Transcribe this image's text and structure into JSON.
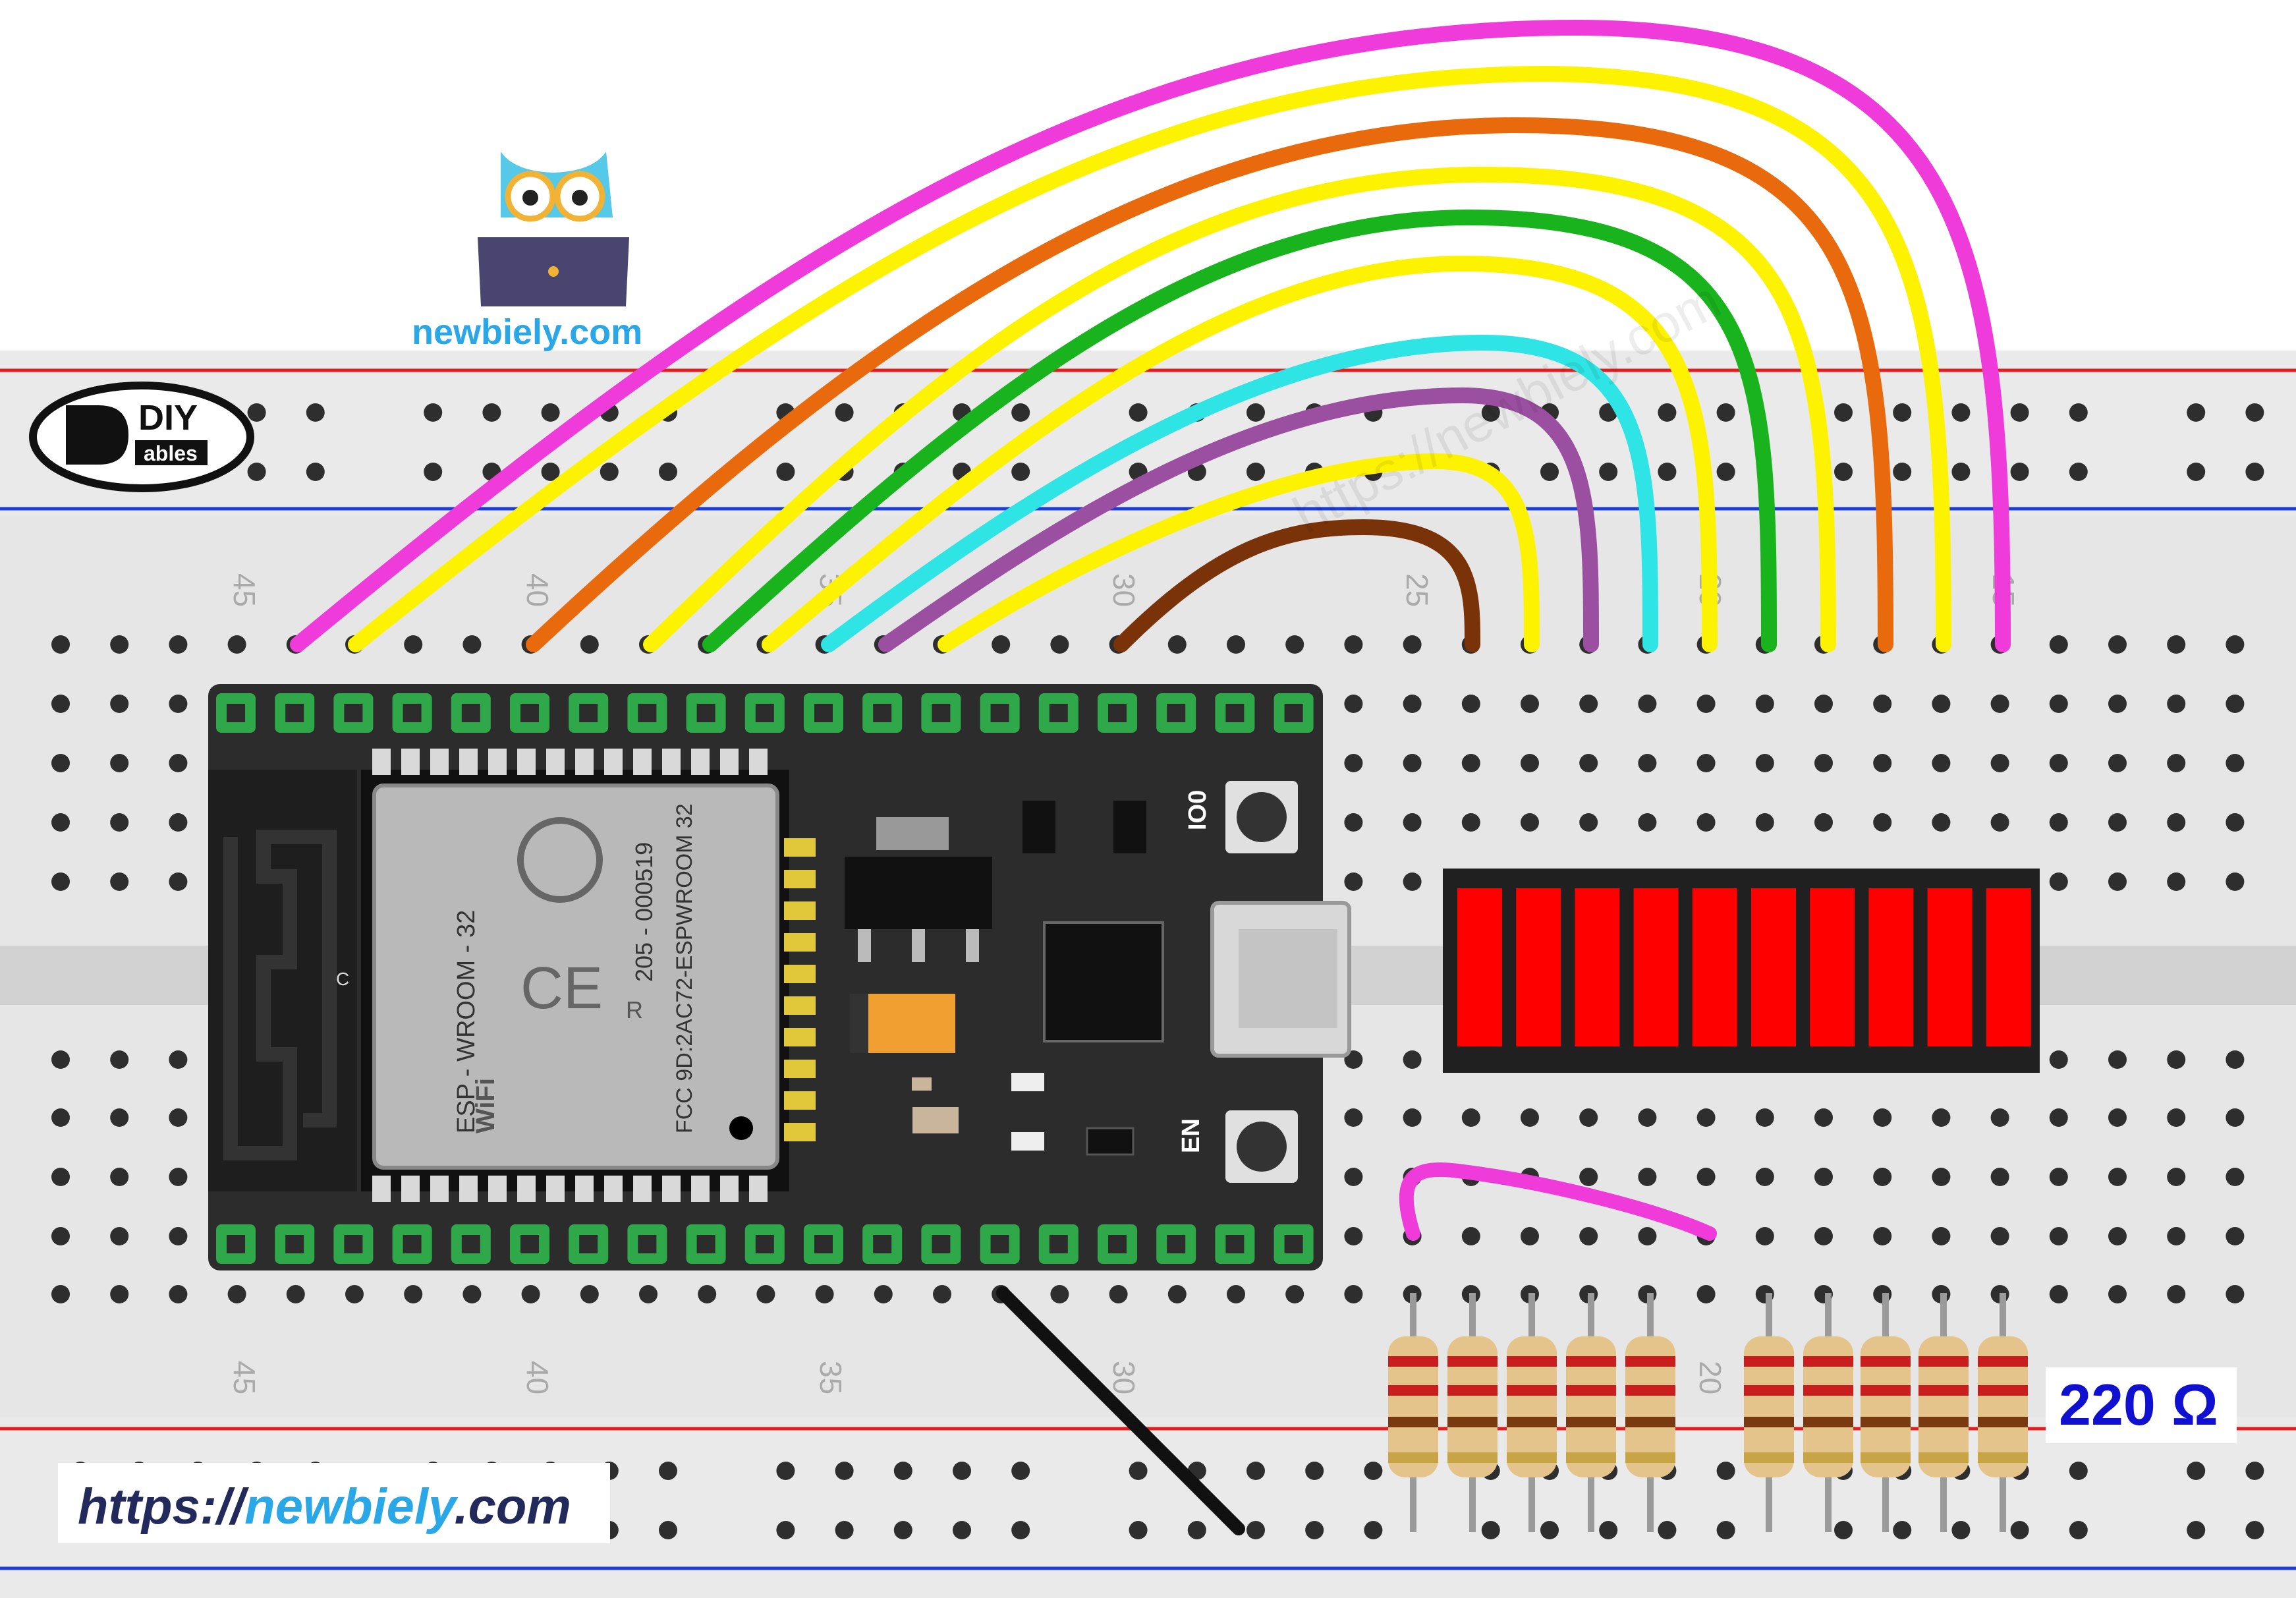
{
  "brand": {
    "owl_caption": "newbiely.com",
    "diy_logo": {
      "top": "DIY",
      "bottom": "ables"
    },
    "url_label": {
      "prefix": "https://",
      "domain": "newbiely",
      "suffix": ".com"
    },
    "watermark": "https://newbiely.com"
  },
  "breadboard": {
    "column_numbers": [
      "45",
      "40",
      "35",
      "30",
      "25",
      "20",
      "15"
    ]
  },
  "esp32": {
    "module_lines": [
      "ESP - WROOM - 32",
      "205 - 000519",
      "FCC 9D:2AC72-ESPWROOM 32"
    ],
    "button_labels": [
      "IO0",
      "EN"
    ],
    "antenna_mark": "C",
    "r_mark": "R",
    "wifi_mark": "WiFi"
  },
  "led_bar": {
    "segments": 10,
    "segment_color": "#ff0000"
  },
  "resistor_label": "220 Ω",
  "colors": {
    "magenta": "#ee3bd9",
    "yellow": "#fdf200",
    "orange": "#e86a0c",
    "green": "#19b31e",
    "cyan": "#2fe4e4",
    "purple": "#9b4fa0",
    "brown": "#7a3208",
    "black": "#111111",
    "board": "#2c2c2c",
    "breadboard": "#e6e6e6",
    "rail_red": "#e02020",
    "rail_blue": "#1b3dd8",
    "label_blue": "#1010d0",
    "brand_blue": "#2aa7e6"
  }
}
